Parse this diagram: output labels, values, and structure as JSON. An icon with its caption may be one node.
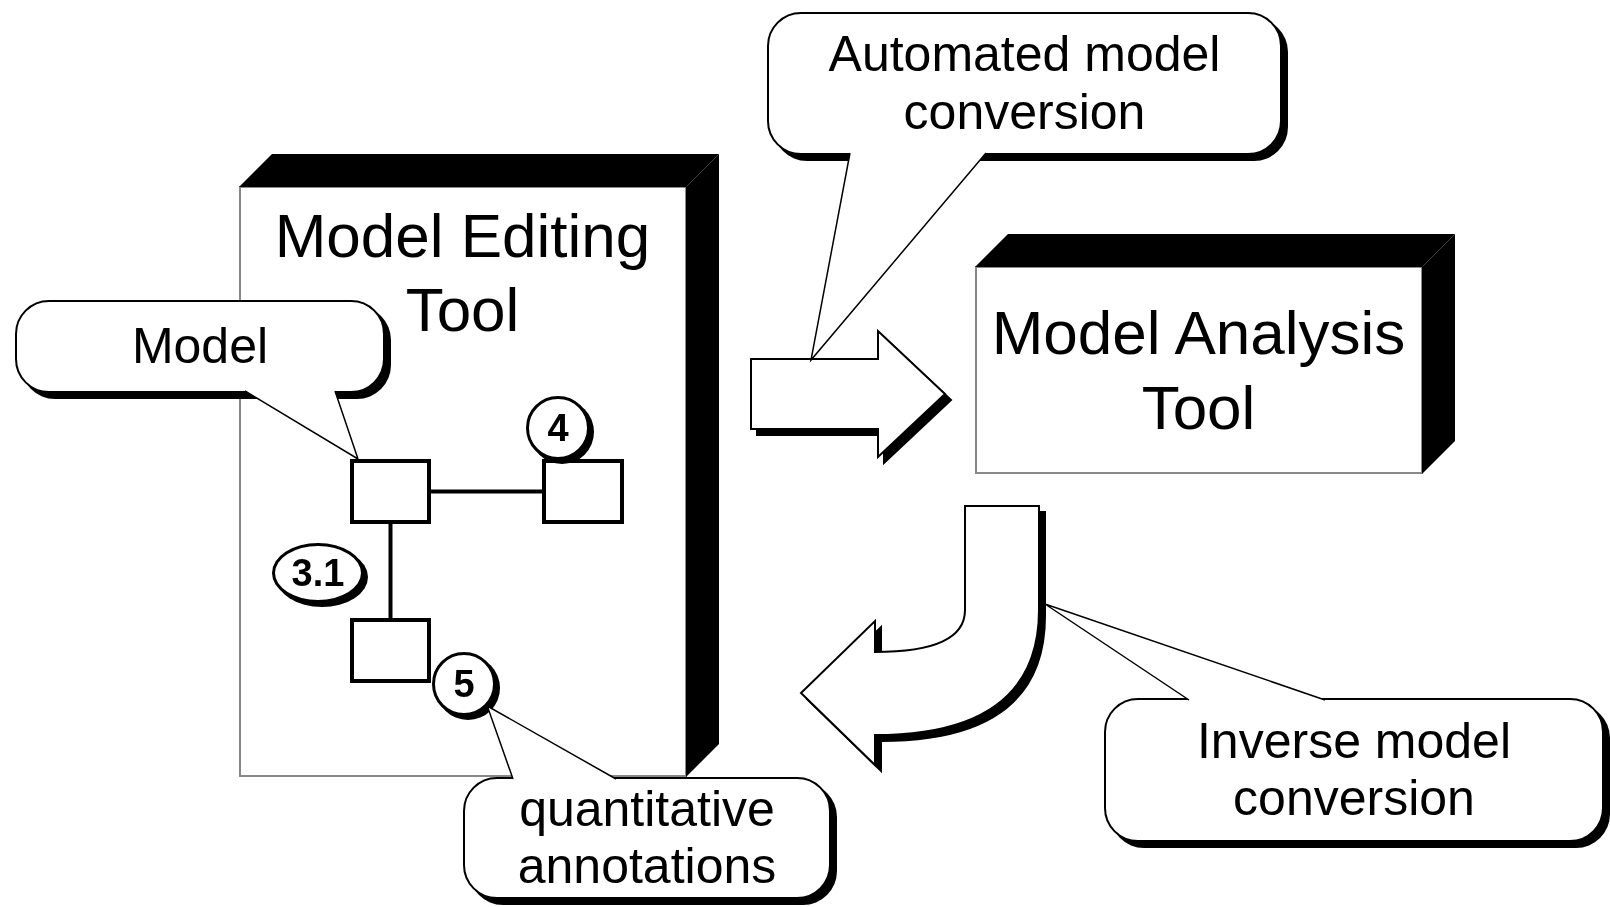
{
  "diagram": {
    "nodes": [
      {
        "text": [
          "Automated model conversion"
        ]
      },
      {
        "text": [
          "Model Editing Tool"
        ]
      },
      {
        "text": [
          "Model"
        ]
      },
      {
        "text": [
          "Model Analysis Tool"
        ]
      },
      {
        "text": [
          "4"
        ],
        "in": 1
      },
      {
        "text": [],
        "shape": "box",
        "in": 1
      },
      {
        "text": [],
        "shape": "box",
        "in": 1
      },
      {
        "text": [
          "3.1"
        ],
        "in": 1
      },
      {
        "text": [],
        "shape": "box",
        "in": 1
      },
      {
        "text": [
          "5"
        ],
        "in": 1
      },
      {
        "text": [
          "Inverse model conversion"
        ]
      },
      {
        "text": [
          "quantitative annotations"
        ]
      }
    ],
    "edges": [
      {
        "from": 1,
        "to": 3,
        "arrow": "to"
      },
      {
        "from": 3,
        "to": 1,
        "arrow": "to"
      },
      {
        "from": 5,
        "to": 6,
        "arrow": "none",
        "style": "thick"
      },
      {
        "from": 5,
        "to": 8,
        "arrow": "none",
        "style": "thick"
      },
      {
        "from": 2,
        "to": 5,
        "arrow": "none"
      },
      {
        "from": 0,
        "to": null,
        "arrow": "none"
      },
      {
        "from": 11,
        "to": 9,
        "arrow": "none"
      },
      {
        "from": 10,
        "to": null,
        "arrow": "none"
      }
    ]
  }
}
